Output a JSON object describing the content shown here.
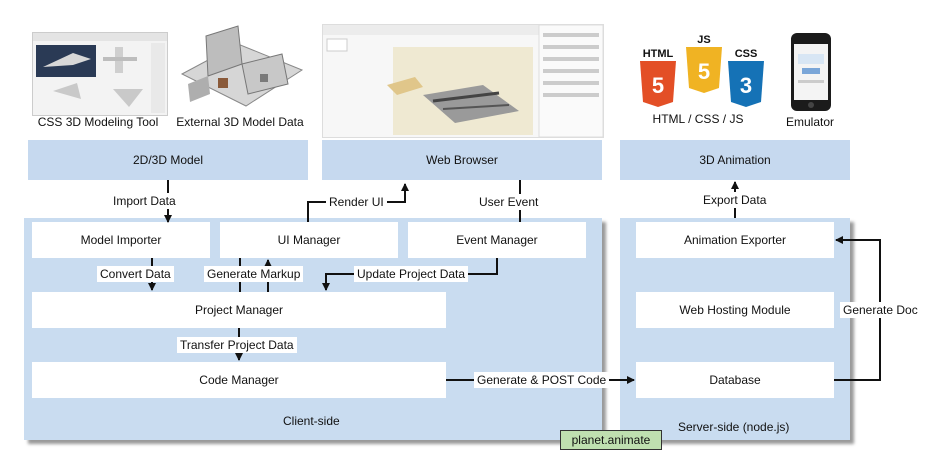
{
  "top_captions": {
    "css_modeling_tool": "CSS 3D Modeling Tool",
    "external_model": "External 3D Model Data",
    "html_css_js": "HTML / CSS / JS",
    "emulator": "Emulator"
  },
  "logos": {
    "html": "HTML",
    "js": "JS",
    "css": "CSS",
    "html_num": "5",
    "js_num": "5",
    "css_num": "3"
  },
  "top_bars": {
    "model": "2D/3D Model",
    "browser": "Web Browser",
    "animation": "3D Animation"
  },
  "client": {
    "title": "Client-side",
    "model_importer": "Model Importer",
    "ui_manager": "UI Manager",
    "event_manager": "Event Manager",
    "project_manager": "Project Manager",
    "code_manager": "Code Manager"
  },
  "server": {
    "title": "Server-side (node.js)",
    "animation_exporter": "Animation Exporter",
    "web_hosting": "Web Hosting Module",
    "database": "Database"
  },
  "edges": {
    "import_data": "Import Data",
    "render_ui": "Render UI",
    "user_event": "User Event",
    "export_data": "Export Data",
    "convert_data": "Convert Data",
    "generate_markup": "Generate Markup",
    "update_project_data": "Update Project Data",
    "transfer_project_data": "Transfer Project Data",
    "generate_post_code": "Generate & POST Code",
    "generate_doc": "Generate Doc"
  },
  "brand": "planet.animate"
}
